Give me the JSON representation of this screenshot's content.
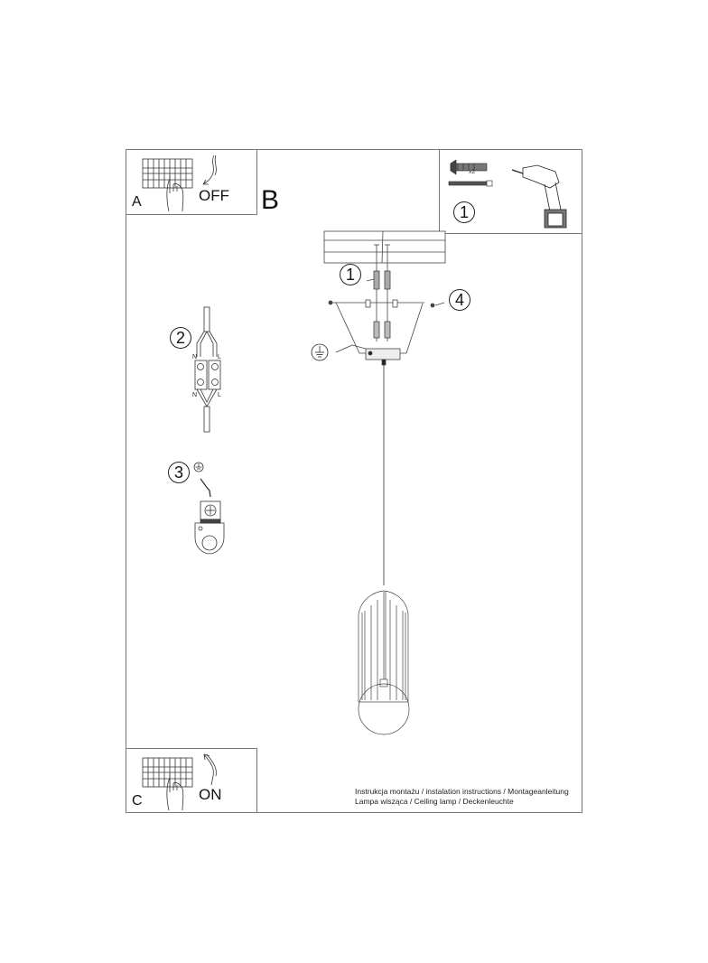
{
  "diagram": {
    "title": "Installation diagram - pendant ceiling lamp",
    "panels": {
      "a": {
        "letter": "A",
        "action": "OFF",
        "icon": "circuit-breaker-switch-off"
      },
      "b": {
        "letter": "B"
      },
      "c": {
        "letter": "C",
        "action": "ON",
        "icon": "circuit-breaker-switch-on"
      },
      "tools": {
        "step": "1",
        "quantity": "x2",
        "items": [
          "wall-plug-icon",
          "screw-icon",
          "drill-icon"
        ]
      }
    },
    "steps": [
      {
        "number": "1",
        "description": "wall plugs and screws into ceiling"
      },
      {
        "number": "2",
        "description": "connect N and L wires in terminal block",
        "terminal_labels": [
          "N",
          "L",
          "N",
          "L"
        ]
      },
      {
        "number": "3",
        "description": "connect earth wire to ground terminal"
      },
      {
        "number": "4",
        "description": "fix canopy with screws"
      }
    ],
    "caption": {
      "line1": "Instrukcja montażu / instalation instructions / Montageanleitung",
      "line2": "Lampa wisząca / Ceiling lamp / Deckenleuchte"
    }
  }
}
